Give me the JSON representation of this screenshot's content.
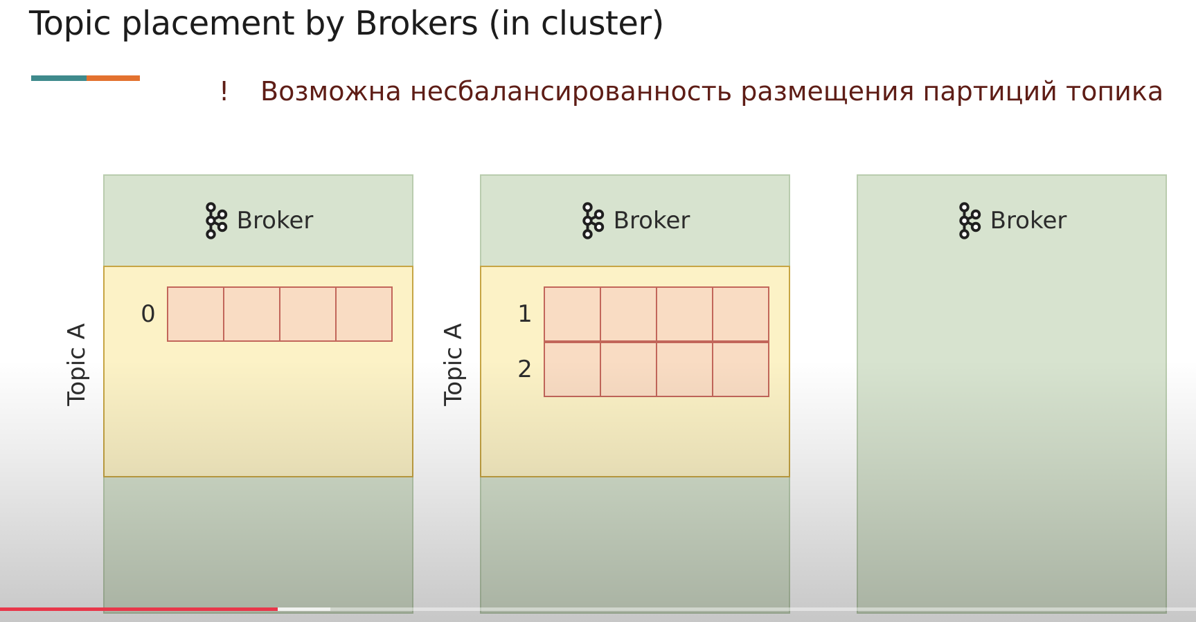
{
  "title": "Topic placement by Brokers (in cluster)",
  "accent_colors": [
    "#3f8a8c",
    "#e3722f"
  ],
  "warning": {
    "mark": "!",
    "text": "Возможна несбалансированность размещения партиций топика"
  },
  "brokers": [
    {
      "label": "Broker",
      "icon": "kafka-icon"
    },
    {
      "label": "Broker",
      "icon": "kafka-icon"
    },
    {
      "label": "Broker",
      "icon": "kafka-icon"
    }
  ],
  "topics": [
    {
      "broker": 1,
      "label": "Topic A",
      "partitions": [
        "0"
      ]
    },
    {
      "broker": 2,
      "label": "Topic A",
      "partitions": [
        "1",
        "2"
      ]
    }
  ],
  "video_player": {
    "played_fraction": 0.232,
    "buffered_fraction": 0.276,
    "played_color": "#e8374a"
  }
}
